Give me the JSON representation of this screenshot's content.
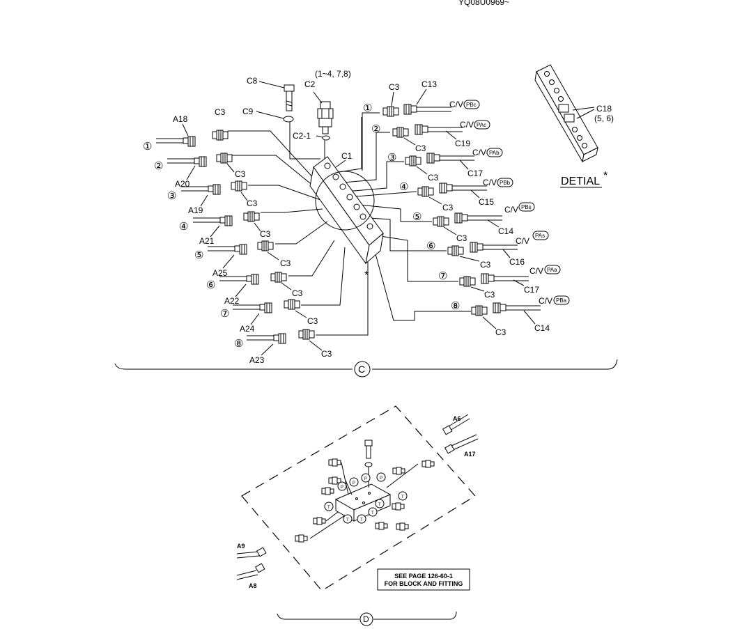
{
  "header": {
    "code": "YQ08U0969~"
  },
  "upper_assembly": {
    "group_label": "C",
    "bolt_label": "C8",
    "washer_label": "C9",
    "switch_label": "C2",
    "switch_note": "(1~4, 7,8)",
    "oring_label": "C2-1",
    "block_label": "C1",
    "asterisk": "*",
    "detail": {
      "title": "DETIAL",
      "star": "*",
      "plug_label": "C18",
      "plug_note": "(5, 6)"
    },
    "top_c3": "C3",
    "left_ports": [
      {
        "num": "①",
        "hose": "A18",
        "adapter": "C3"
      },
      {
        "num": "②",
        "hose": "A20",
        "adapter": "C3"
      },
      {
        "num": "③",
        "hose": "A19",
        "adapter": "C3"
      },
      {
        "num": "④",
        "hose": "A21",
        "adapter": "C3"
      },
      {
        "num": "⑤",
        "hose": "A25",
        "adapter": "C3"
      },
      {
        "num": "⑥",
        "hose": "A22",
        "adapter": "C3"
      },
      {
        "num": "⑦",
        "hose": "A24",
        "adapter": "C3"
      },
      {
        "num": "⑧",
        "hose": "A23",
        "adapter": "C3"
      }
    ],
    "right_ports": [
      {
        "num": "①",
        "adapter": "C3",
        "hose": "C13",
        "dest": "C/V",
        "port": "PBc"
      },
      {
        "num": "②",
        "adapter": "C3",
        "hose": "C19",
        "dest": "C/V",
        "port": "PAc"
      },
      {
        "num": "③",
        "adapter": "C3",
        "hose": "C17",
        "dest": "C/V",
        "port": "PAb"
      },
      {
        "num": "④",
        "adapter": "C3",
        "hose": "C15",
        "dest": "C/V",
        "port": "PBb"
      },
      {
        "num": "⑤",
        "adapter": "C3",
        "hose": "C14",
        "dest": "C/V",
        "port": "PBs"
      },
      {
        "num": "⑥",
        "adapter": "C3",
        "hose": "C16",
        "dest": "C/V",
        "port": "PAs"
      },
      {
        "num": "⑦",
        "adapter": "C3",
        "hose": "C17",
        "dest": "C/V",
        "port": "PAa"
      },
      {
        "num": "⑧",
        "adapter": "C3",
        "hose": "C14",
        "dest": "C/V",
        "port": "PBa"
      }
    ]
  },
  "lower_assembly": {
    "group_label": "D",
    "hoses": {
      "a6": "A6",
      "a17": "A17",
      "a9": "A9",
      "a8": "A8"
    },
    "port_p": "P",
    "port_t": "T",
    "note_line1": "SEE PAGE 126-60-1",
    "note_line2": "FOR BLOCK AND FITTING"
  }
}
